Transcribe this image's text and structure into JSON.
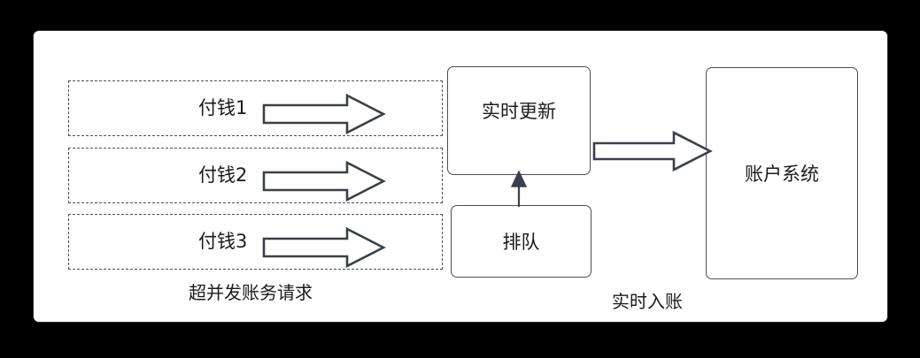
{
  "diagram": {
    "title_present": false,
    "colors": {
      "background": "#000000",
      "panel_fill": "#ffffff",
      "panel_border": "#2b3038",
      "box_border": "#4a5058",
      "dashed_border": "#4a5058",
      "text": "#1b1b1b",
      "arrow_stroke": "#3a4049",
      "arrow_fill": "#ffffff"
    },
    "lanes": [
      {
        "id": "lane-1",
        "label": "付钱1",
        "arrow": "block-arrow-right"
      },
      {
        "id": "lane-2",
        "label": "付钱2",
        "arrow": "block-arrow-right"
      },
      {
        "id": "lane-3",
        "label": "付钱3",
        "arrow": "block-arrow-right"
      }
    ],
    "boxes": [
      {
        "id": "box-realtime-update",
        "label": "实时更新"
      },
      {
        "id": "box-queue",
        "label": "排队"
      },
      {
        "id": "box-account-system",
        "label": "账户系统"
      }
    ],
    "connectors": [
      {
        "id": "queue-to-update",
        "type": "line-arrow-up",
        "from": "排队",
        "to": "实时更新"
      },
      {
        "id": "update-to-account",
        "type": "block-arrow-right",
        "from": "实时更新",
        "to": "账户系统"
      }
    ],
    "captions": [
      {
        "id": "caption-left",
        "text": "超并发账务请求"
      },
      {
        "id": "caption-right",
        "text": "实时入账"
      }
    ]
  }
}
